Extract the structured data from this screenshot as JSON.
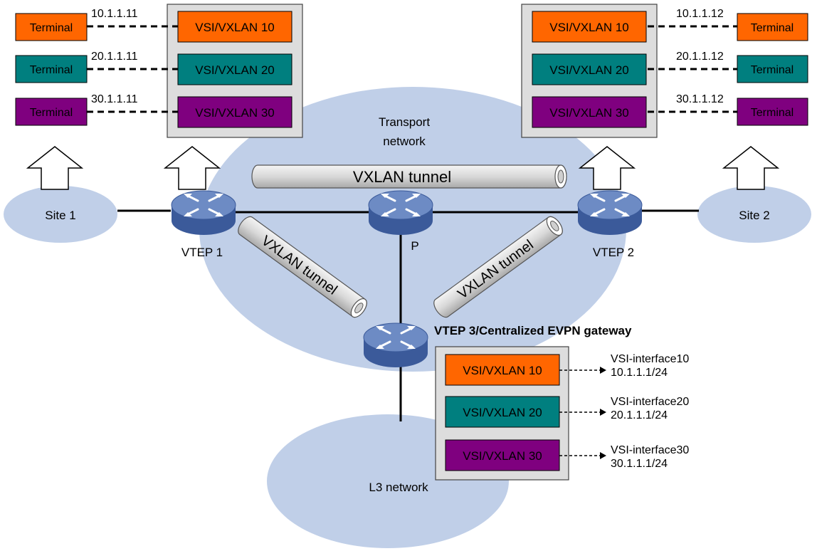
{
  "colors": {
    "orange": "#ff6600",
    "teal": "#007f7f",
    "purple": "#7f007f",
    "cloud": "#c0cfe8",
    "panel": "#dddddd",
    "router_top": "#6d8bc4",
    "router_side": "#3b5a9a"
  },
  "labels": {
    "transport_1": "Transport",
    "transport_2": "network",
    "l3_network": "L3 network",
    "site1": "Site 1",
    "site2": "Site 2",
    "vtep1": "VTEP 1",
    "vtep2": "VTEP 2",
    "p": "P",
    "vtep3": "VTEP 3/Centralized EVPN gateway",
    "tunnel_top": "VXLAN tunnel",
    "tunnel_left": "VXLAN tunnel",
    "tunnel_right": "VXLAN tunnel"
  },
  "left": {
    "terminals": [
      "Terminal",
      "Terminal",
      "Terminal"
    ],
    "ips": [
      "10.1.1.11",
      "20.1.1.11",
      "30.1.1.11"
    ],
    "vsis": [
      "VSI/VXLAN 10",
      "VSI/VXLAN 20",
      "VSI/VXLAN 30"
    ]
  },
  "right": {
    "terminals": [
      "Terminal",
      "Terminal",
      "Terminal"
    ],
    "ips": [
      "10.1.1.12",
      "20.1.1.12",
      "30.1.1.12"
    ],
    "vsis": [
      "VSI/VXLAN 10",
      "VSI/VXLAN 20",
      "VSI/VXLAN 30"
    ]
  },
  "gateway": {
    "vsis": [
      "VSI/VXLAN 10",
      "VSI/VXLAN 20",
      "VSI/VXLAN 30"
    ],
    "interfaces": [
      "VSI-interface10",
      "VSI-interface20",
      "VSI-interface30"
    ],
    "subnets": [
      "10.1.1.1/24",
      "20.1.1.1/24",
      "30.1.1.1/24"
    ]
  }
}
